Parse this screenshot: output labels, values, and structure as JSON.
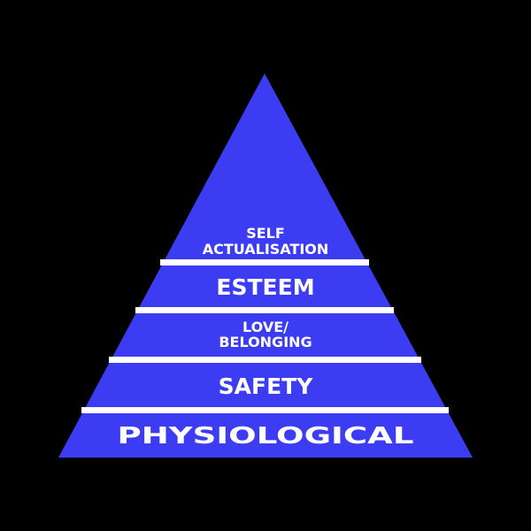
{
  "title": "Pyramid diagram",
  "colors": {
    "background": "#000000",
    "pyramid": "#3c3cf2",
    "divider": "#ffffff",
    "text": "#ffffff"
  },
  "levels": [
    {
      "lines": [
        "SELF",
        "ACTUALISATION"
      ]
    },
    {
      "lines": [
        "ESTEEM"
      ]
    },
    {
      "lines": [
        "LOVE/",
        "BELONGING"
      ]
    },
    {
      "lines": [
        "SAFETY"
      ]
    },
    {
      "lines": [
        "PHYSIOLOGICAL"
      ]
    }
  ]
}
